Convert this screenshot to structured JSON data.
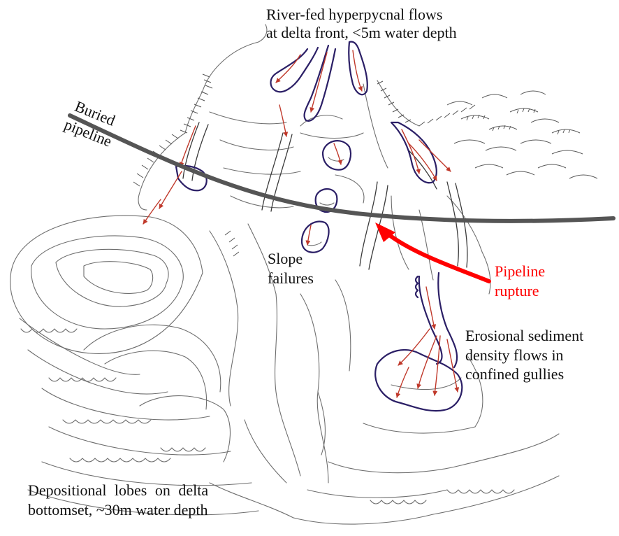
{
  "labels": {
    "hyperpycnal_line1": "River-fed hyperpycnal flows",
    "hyperpycnal_line2": "at delta front, <5m water depth",
    "pipeline_line1": "Buried",
    "pipeline_line2": "pipeline",
    "slope_line1": "Slope",
    "slope_line2": "failures",
    "rupture_line1": "Pipeline",
    "rupture_line2": "rupture",
    "erosional_line1": "Erosional sediment",
    "erosional_line2": "density flows in",
    "erosional_line3": "confined gullies",
    "depositional_line1": "Depositional lobes on delta",
    "depositional_line2": "bottomset, ~30m water depth"
  },
  "colors": {
    "pipeline": "#555555",
    "rupture_arrow": "#ff0000",
    "channel_outline": "#2b1f66",
    "flow_arrows": "#c0392b",
    "sketch_lines": "#6e6e6e",
    "label_text": "#111111",
    "rupture_text": "#ff0000"
  }
}
